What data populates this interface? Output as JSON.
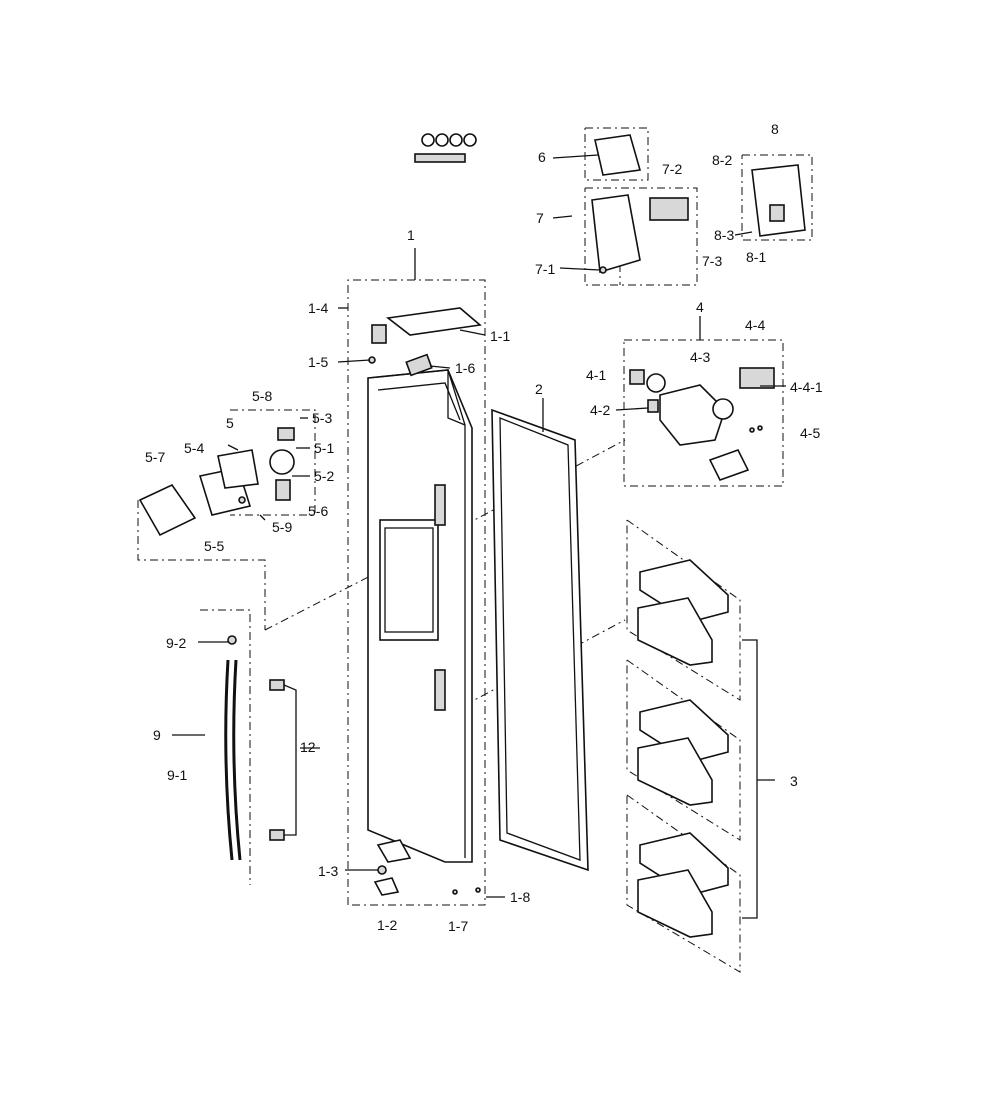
{
  "labels": {
    "l1": "1",
    "l1_1": "1-1",
    "l1_2": "1-2",
    "l1_3": "1-3",
    "l1_4": "1-4",
    "l1_5": "1-5",
    "l1_6": "1-6",
    "l1_7": "1-7",
    "l1_8": "1-8",
    "l2": "2",
    "l3": "3",
    "l4": "4",
    "l4_1": "4-1",
    "l4_2": "4-2",
    "l4_3": "4-3",
    "l4_4": "4-4",
    "l4_4_1": "4-4-1",
    "l4_5": "4-5",
    "l5": "5",
    "l5_1": "5-1",
    "l5_2": "5-2",
    "l5_3": "5-3",
    "l5_4": "5-4",
    "l5_5": "5-5",
    "l5_6": "5-6",
    "l5_7": "5-7",
    "l5_8": "5-8",
    "l5_9": "5-9",
    "l6": "6",
    "l7": "7",
    "l7_1": "7-1",
    "l7_2": "7-2",
    "l7_3": "7-3",
    "l8": "8",
    "l8_1": "8-1",
    "l8_2": "8-2",
    "l8_3": "8-3",
    "l9": "9",
    "l9_1": "9-1",
    "l9_2": "9-2",
    "l12": "12"
  }
}
